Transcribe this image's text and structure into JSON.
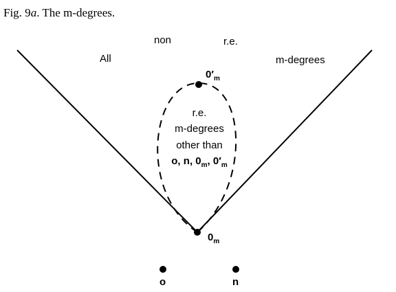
{
  "caption": {
    "fig_label": "Fig. 9",
    "fig_suffix": "a",
    "title": "The m-degrees."
  },
  "labels": {
    "all": "All",
    "non": "non",
    "re_top": "r.e.",
    "m_degrees": "m-degrees"
  },
  "center_text": {
    "line1": "r.e.",
    "line2": "m-degrees",
    "line3": "other than",
    "line4_o": "o",
    "line4_n": "n",
    "line4_zero": "0",
    "line4_sub": "m",
    "line4_zero2": "0",
    "line4_prime": "′",
    "line4_sub2": "m",
    "sep": ", "
  },
  "points": {
    "top_base": "0",
    "top_prime": "′",
    "top_sub": "m",
    "bottom_base": "0",
    "bottom_sub": "m",
    "o": "o",
    "n": "n"
  }
}
